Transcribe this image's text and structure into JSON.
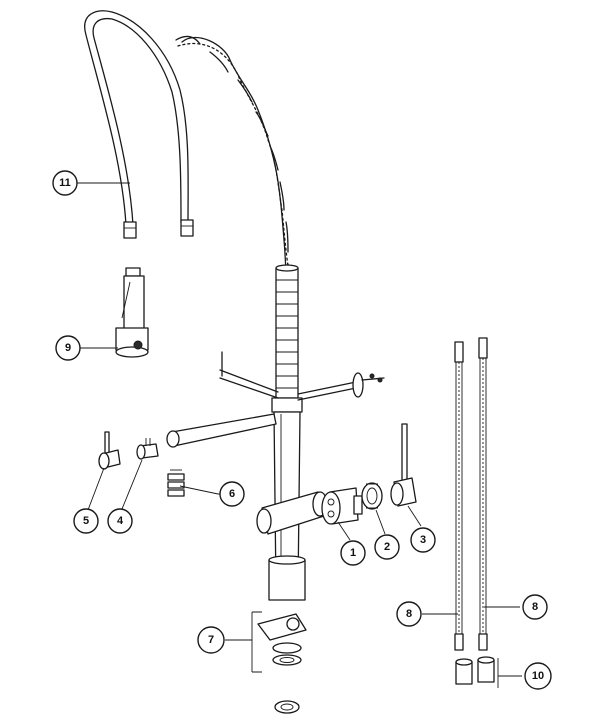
{
  "callouts": {
    "c1": "1",
    "c2": "2",
    "c3": "3",
    "c4": "4",
    "c5": "5",
    "c6": "6",
    "c7": "7",
    "c8a": "8",
    "c8b": "8",
    "c9": "9",
    "c10": "10",
    "c11": "11"
  },
  "colors": {
    "line": "#1a1a1a",
    "background": "#ffffff"
  }
}
